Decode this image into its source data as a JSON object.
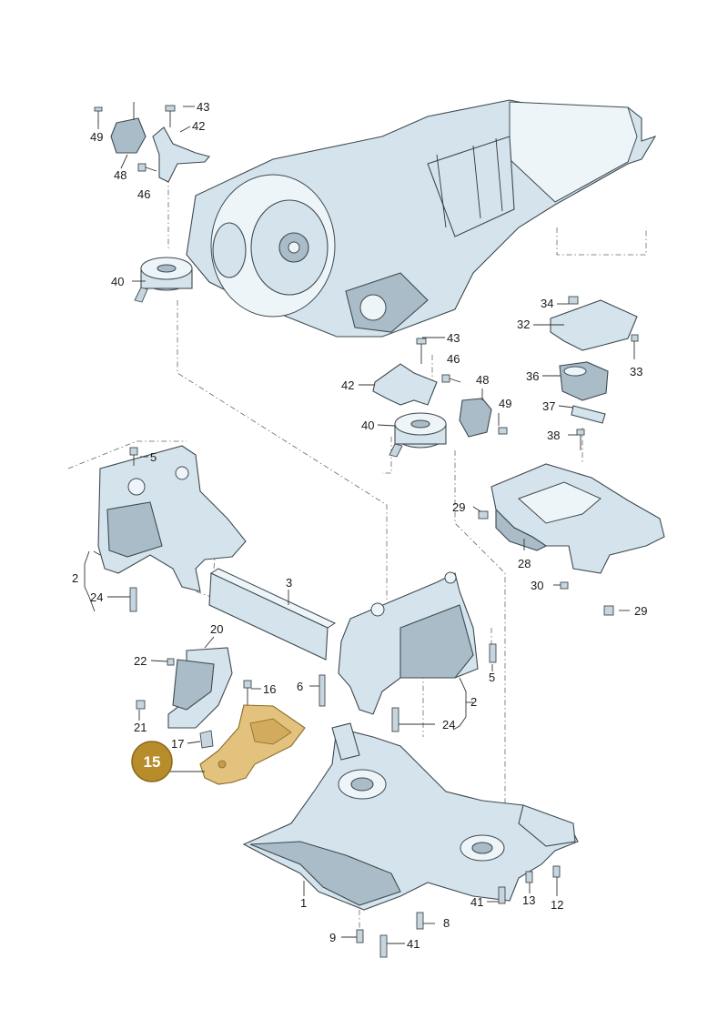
{
  "labels": {
    "l1": "1",
    "l2a": "2",
    "l2b": "2",
    "l3": "3",
    "l5a": "5",
    "l5b": "5",
    "l6": "6",
    "l8": "8",
    "l9": "9",
    "l12": "12",
    "l13": "13",
    "l16": "16",
    "l17": "17",
    "l20": "20",
    "l21": "21",
    "l22": "22",
    "l24a": "24",
    "l24b": "24",
    "l28": "28",
    "l29a": "29",
    "l29b": "29",
    "l30": "30",
    "l32": "32",
    "l33": "33",
    "l34": "34",
    "l36": "36",
    "l37": "37",
    "l38": "38",
    "l40a": "40",
    "l40b": "40",
    "l41a": "41",
    "l41b": "41",
    "l42a": "42",
    "l42b": "42",
    "l43a": "43",
    "l43b": "43",
    "l46a": "46",
    "l46b": "46",
    "l48a": "48",
    "l48b": "48",
    "l49a": "49",
    "l49b": "49"
  },
  "highlight": {
    "label": "15",
    "color": "#b78d2b",
    "part_color": "#e2c27c"
  },
  "colors": {
    "part": "#d5e4ec",
    "outline": "#3e4a52"
  }
}
